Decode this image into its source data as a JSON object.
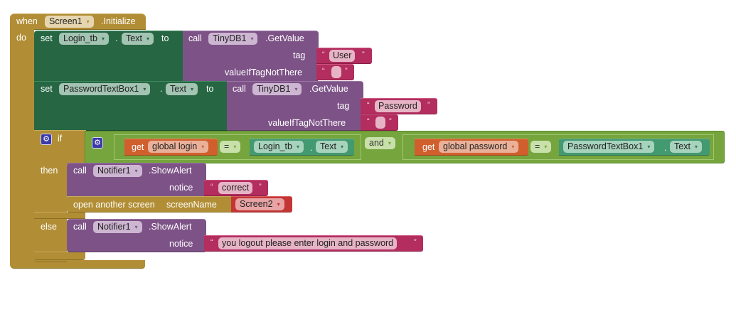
{
  "event": {
    "when_label": "when",
    "component": "Screen1",
    "event_name": ".Initialize",
    "do_label": "do"
  },
  "statements": {
    "set1": {
      "set_label": "set",
      "component": "Login_tb",
      "dot": ".",
      "property": "Text",
      "to_label": "to",
      "call": {
        "call_label": "call",
        "component": "TinyDB1",
        "method": ".GetValue",
        "arg1_label": "tag",
        "arg1_value": "User",
        "arg2_label": "valueIfTagNotThere",
        "arg2_value": ""
      }
    },
    "set2": {
      "set_label": "set",
      "component": "PasswordTextBox1",
      "dot": ".",
      "property": "Text",
      "to_label": "to",
      "call": {
        "call_label": "call",
        "component": "TinyDB1",
        "method": ".GetValue",
        "arg1_label": "tag",
        "arg1_value": "Password",
        "arg2_label": "valueIfTagNotThere",
        "arg2_value": ""
      }
    },
    "if_block": {
      "if_label": "if",
      "then_label": "then",
      "else_label": "else",
      "condition": {
        "operator": "and",
        "left": {
          "get_label": "get",
          "variable": "global login",
          "compare_op": "=",
          "component": "Login_tb",
          "dot": ".",
          "property": "Text"
        },
        "right": {
          "get_label": "get",
          "variable": "global password",
          "compare_op": "=",
          "component": "PasswordTextBox1",
          "dot": ".",
          "property": "Text"
        }
      },
      "then_blocks": {
        "alert": {
          "call_label": "call",
          "component": "Notifier1",
          "method": ".ShowAlert",
          "arg_label": "notice",
          "arg_value": "correct"
        },
        "open_screen": {
          "label": "open another screen",
          "arg_label": "screenName",
          "screen": "Screen2"
        }
      },
      "else_blocks": {
        "alert": {
          "call_label": "call",
          "component": "Notifier1",
          "method": ".ShowAlert",
          "arg_label": "notice",
          "arg_value": "you logout please enter login and password"
        }
      }
    }
  },
  "quotes": {
    "open": "“",
    "close": "”"
  },
  "icons": {
    "gear": "⚙",
    "dropdown": "▾"
  },
  "colors": {
    "event": "#b18e35",
    "setter": "#266643",
    "component_call": "#7d5387",
    "text": "#b32d5e",
    "logic": "#76a53e",
    "variable": "#d05f2d",
    "getter": "#439970",
    "screen": "#c43636"
  }
}
